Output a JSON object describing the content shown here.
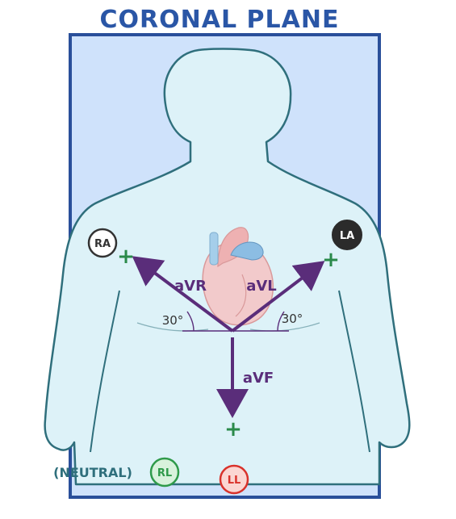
{
  "title": "CORONAL PLANE",
  "electrodes": {
    "ra": "RA",
    "la": "LA",
    "rl": "RL",
    "ll": "LL",
    "neutral": "(NEUTRAL)"
  },
  "leads": {
    "avr": "aVR",
    "avl": "aVL",
    "avf": "aVF"
  },
  "angles": {
    "left": "30°",
    "right": "30°"
  },
  "plus_sign": "+",
  "colors": {
    "title": "#2a56a6",
    "frame_border": "#2a4f9a",
    "frame_fill": "#cfe2fb",
    "body_fill": "#ddf2f8",
    "body_outline": "#2f6f7c",
    "arrow": "#5a2d7a",
    "plus": "#2a8a4a",
    "rl_ring": "#2f9a4a",
    "ll_ring": "#d9322b",
    "ll_fill": "#fbd6d2",
    "la_fill": "#2b2b2b",
    "ra_ring": "#333333",
    "heart": "#f1a6a6"
  }
}
